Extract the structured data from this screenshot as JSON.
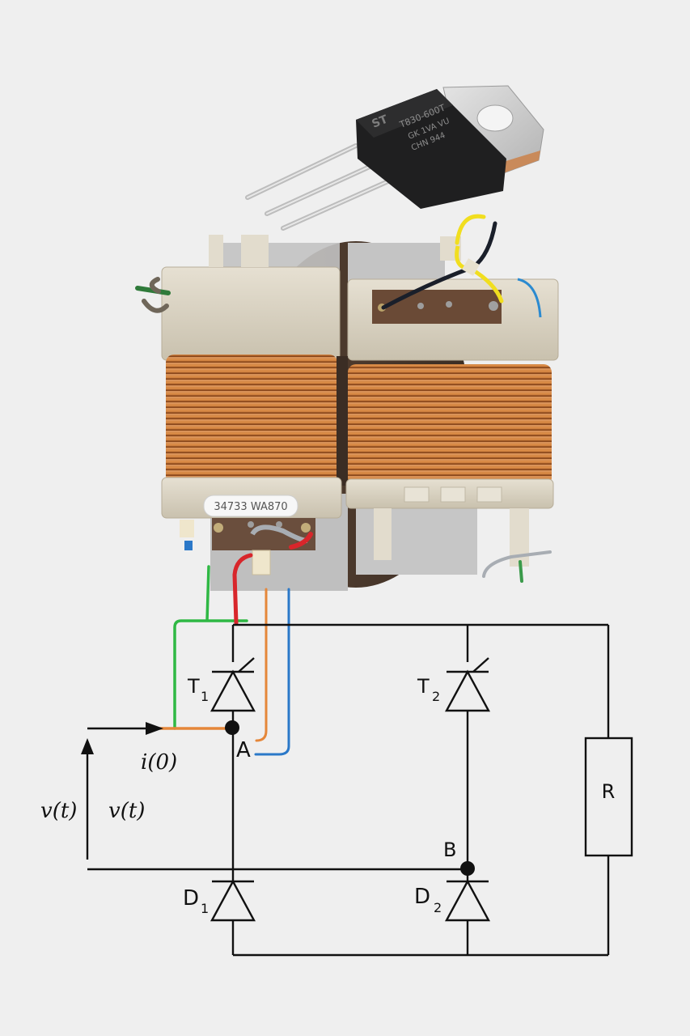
{
  "figure": {
    "description": "Photo composite of a TO-220 thyristor package and a two-coil transformer wired into a half-controlled bridge rectifier schematic",
    "background_color": "#efefef"
  },
  "thyristor_package": {
    "marking_lines": [
      "T830-600T",
      "GK 1VA VU",
      "CHN 944"
    ],
    "brand_logo": "ST",
    "body_color": "#1e1e1f",
    "tab_color": "#cfcfcf"
  },
  "transformer": {
    "label_sticker": "34733 WA870",
    "coil_color": "#c7742f",
    "bobbin_color": "#d9d2c2",
    "lead_colors": {
      "green": "#2fb844",
      "red": "#d8262b",
      "orange": "#e5873a",
      "blue": "#2b78c8",
      "yellow": "#f1de1f",
      "black": "#1a1f2a",
      "grey": "#a8adb3"
    }
  },
  "schematic": {
    "labels": {
      "t1": "T",
      "t1_sub": "1",
      "t2": "T",
      "t2_sub": "2",
      "d1": "D",
      "d1_sub": "1",
      "d2": "D",
      "d2_sub": "2",
      "node_a": "A",
      "node_b": "B",
      "resistor": "R",
      "current": "i(0)",
      "voltage_left": "v(t)",
      "voltage_right": "v(t)"
    },
    "components": [
      {
        "id": "T1",
        "type": "thyristor"
      },
      {
        "id": "T2",
        "type": "thyristor"
      },
      {
        "id": "D1",
        "type": "diode"
      },
      {
        "id": "D2",
        "type": "diode"
      },
      {
        "id": "R",
        "type": "resistor"
      }
    ],
    "nodes": [
      "A",
      "B"
    ]
  }
}
